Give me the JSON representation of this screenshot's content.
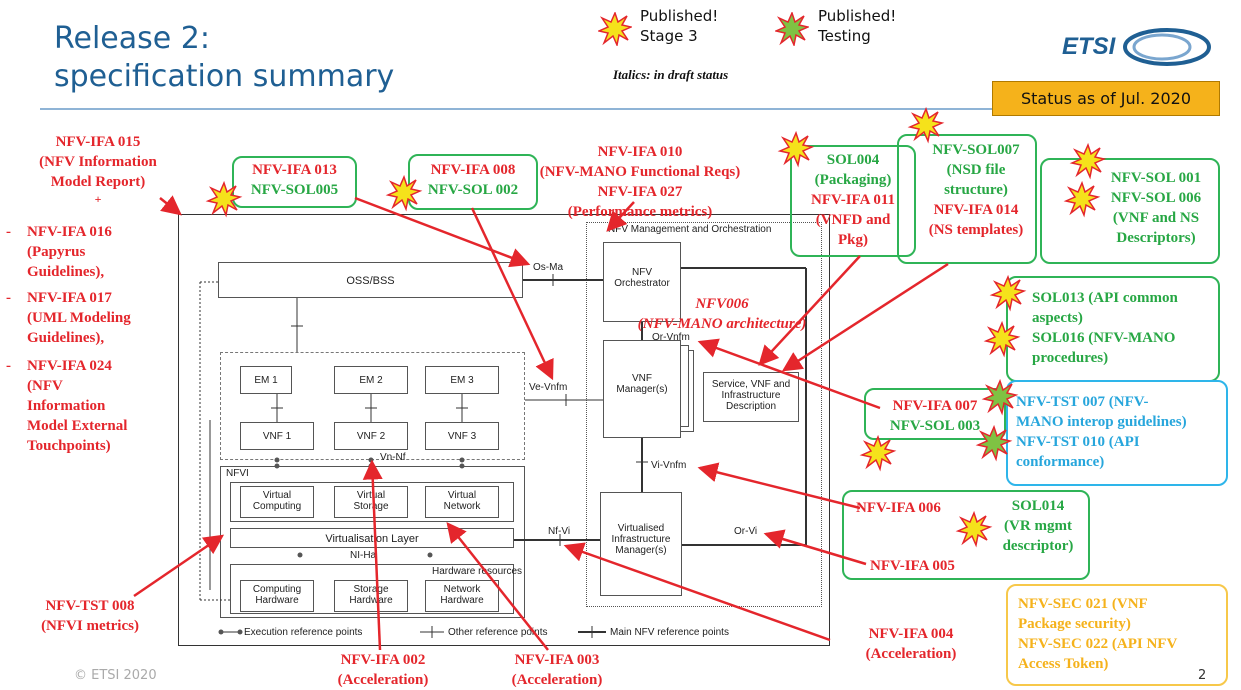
{
  "title": {
    "line1": "Release 2:",
    "line2": "specification summary"
  },
  "legend": {
    "published_stage3": [
      "Published!",
      "Stage 3"
    ],
    "published_testing": [
      "Published!",
      "Testing"
    ],
    "italic_note": "Italics: in draft status"
  },
  "logo_text": "ETSI",
  "status": "Status as of Jul. 2020",
  "colors": {
    "red": "#e4262c",
    "green": "#27a744",
    "blue": "#27a6dc",
    "orange": "#f5b21b",
    "title": "#1f5f93"
  },
  "labels": {
    "ifa015": [
      "NFV-IFA 015",
      "(NFV Information",
      "Model Report)",
      "+"
    ],
    "ifa016": [
      "NFV-IFA 016",
      "(Papyrus",
      "Guidelines),"
    ],
    "ifa017": [
      "NFV-IFA 017",
      "(UML Modeling",
      "Guidelines),"
    ],
    "ifa024": [
      "NFV-IFA 024",
      "(NFV",
      "Information",
      "Model External",
      "Touchpoints)"
    ],
    "ifa013": [
      "NFV-IFA 013",
      "NFV-SOL005"
    ],
    "ifa008": [
      "NFV-IFA 008",
      "NFV-SOL 002"
    ],
    "ifa010": [
      "NFV-IFA 010",
      "(NFV-MANO Functional Reqs)",
      "NFV-IFA 027",
      "(Performance metrics)"
    ],
    "sol004": [
      "SOL004",
      "(Packaging)",
      "NFV-IFA 011",
      "(VNFD and",
      "Pkg)"
    ],
    "sol007": [
      "NFV-SOL007",
      "(NSD file",
      "structure)",
      "NFV-IFA 014",
      "(NS templates)"
    ],
    "sol001": [
      "NFV-SOL 001",
      "NFV-SOL 006",
      "(VNF and NS",
      "Descriptors)"
    ],
    "nfv006": [
      "NFV006",
      "(NFV-MANO architecture)"
    ],
    "sol013": [
      "SOL013 (API common",
      "aspects)",
      "SOL016 (NFV-MANO",
      "procedures)"
    ],
    "ifa007": [
      "NFV-IFA 007",
      "NFV-SOL 003"
    ],
    "tst007": [
      "NFV-TST 007 (NFV-",
      "MANO interop guidelines)",
      "NFV-TST 010 (API",
      "conformance)"
    ],
    "ifa006": "NFV-IFA 006",
    "ifa005": "NFV-IFA 005",
    "sol014": [
      "SOL014",
      "(VR mgmt",
      "descriptor)"
    ],
    "tst008": [
      "NFV-TST 008",
      "(NFVI metrics)"
    ],
    "ifa004": [
      "NFV-IFA 004",
      "(Acceleration)"
    ],
    "ifa002": [
      "NFV-IFA 002",
      "(Acceleration)"
    ],
    "ifa003": [
      "NFV-IFA 003",
      "(Acceleration)"
    ],
    "sec021": [
      "NFV-SEC 021 (VNF",
      "Package security)",
      "NFV-SEC 022 (API NFV",
      "Access  Token)"
    ]
  },
  "diagram": {
    "oss_bss": "OSS/BSS",
    "os_ma": "Os-Ma",
    "mano_title": "NFV Management and Orchestration",
    "nfvo": [
      "NFV",
      "Orchestrator"
    ],
    "or_vnfm": "Or-Vnfm",
    "ve_vnfm": "Ve-Vnfm",
    "vnfm": [
      "VNF",
      "Manager(s)"
    ],
    "service_desc": [
      "Service, VNF and",
      "Infrastructure",
      "Description"
    ],
    "em1": "EM 1",
    "em2": "EM 2",
    "em3": "EM 3",
    "vnf1": "VNF 1",
    "vnf2": "VNF 2",
    "vnf3": "VNF 3",
    "vn_nf": "Vn-Nf",
    "vi_vnfm": "Vi-Vnfm",
    "nfvi": "NFVI",
    "vcomp": [
      "Virtual",
      "Computing"
    ],
    "vstor": [
      "Virtual",
      "Storage"
    ],
    "vnet": [
      "Virtual",
      "Network"
    ],
    "virt_layer": "Virtualisation Layer",
    "nf_vi": "Nf-Vi",
    "vim": [
      "Virtualised",
      "Infrastructure",
      "Manager(s)"
    ],
    "or_vi": "Or-Vi",
    "nl_ha": "NI-Ha",
    "hw_res": "Hardware resources",
    "chw": [
      "Computing",
      "Hardware"
    ],
    "shw": [
      "Storage",
      "Hardware"
    ],
    "nhw": [
      "Network",
      "Hardware"
    ],
    "leg_exec": "Execution reference points",
    "leg_other": "Other reference points",
    "leg_main": "Main NFV reference points"
  },
  "copyright": "© ETSI 2020",
  "page_number": "2"
}
